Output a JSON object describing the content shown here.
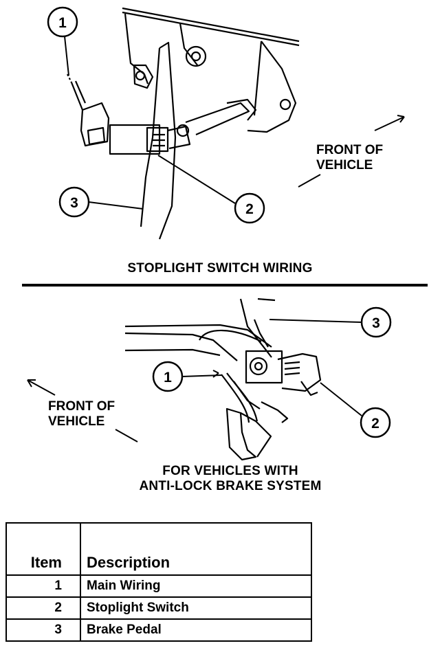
{
  "top_figure": {
    "caption": "STOPLIGHT SWITCH WIRING",
    "front_label_line1": "FRONT OF",
    "front_label_line2": "VEHICLE",
    "callouts": [
      "1",
      "2",
      "3"
    ]
  },
  "bottom_figure": {
    "caption_line1": "FOR VEHICLES WITH",
    "caption_line2": "ANTI-LOCK BRAKE SYSTEM",
    "front_label_line1": "FRONT OF",
    "front_label_line2": "VEHICLE",
    "callouts": [
      "1",
      "2",
      "3"
    ]
  },
  "table": {
    "headers": {
      "item": "Item",
      "description": "Description"
    },
    "rows": [
      {
        "item": "1",
        "description": "Main Wiring"
      },
      {
        "item": "2",
        "description": "Stoplight Switch"
      },
      {
        "item": "3",
        "description": "Brake Pedal"
      }
    ]
  }
}
